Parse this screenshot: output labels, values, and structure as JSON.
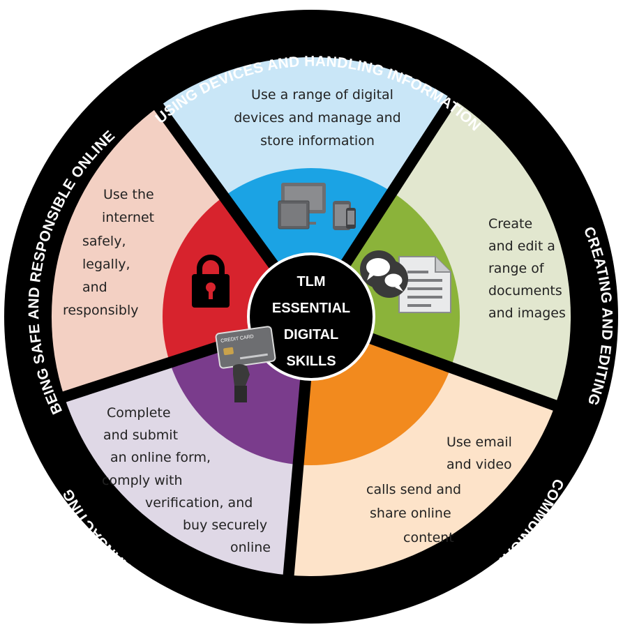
{
  "center": {
    "lines": [
      "TLM",
      "ESSENTIAL",
      "DIGITAL",
      "SKILLS"
    ]
  },
  "segments": [
    {
      "id": "devices",
      "ring_label": "USING DEVICES AND HANDLING INFORMATION",
      "text_lines": [
        "Use a range of digital",
        "devices and manage and",
        "store information"
      ],
      "outer_color": "#c9e6f7",
      "inner_color": "#1ba3e4",
      "icon": "devices-icon"
    },
    {
      "id": "creating",
      "ring_label": "CREATING AND EDITING",
      "text_lines": [
        "Create",
        "and edit a",
        "range of",
        "documents",
        "and images"
      ],
      "outer_color": "#e2e7cf",
      "inner_color": "#8bb33a",
      "icon": "document-icon"
    },
    {
      "id": "communicating",
      "ring_label": "COMMUNICATING",
      "text_lines": [
        "Use email",
        "and video",
        "calls send and",
        "share online",
        "content"
      ],
      "outer_color": "#fde3c9",
      "inner_color": "#f28a1e",
      "icon": "chat-bubbles-icon"
    },
    {
      "id": "transacting",
      "ring_label": "TRANSACTING",
      "text_lines": [
        "Complete",
        "and submit",
        "an online form,",
        "comply with",
        "verification, and",
        "buy securely",
        "online"
      ],
      "outer_color": "#dfd8e6",
      "inner_color": "#7a3c8c",
      "icon": "credit-card-icon",
      "icon_text": "CREDIT CARD"
    },
    {
      "id": "safe",
      "ring_label": "BEING SAFE AND RESPONSIBLE ONLINE",
      "text_lines": [
        "Use the",
        "internet",
        "safely,",
        "legally,",
        "and",
        "responsibly"
      ],
      "outer_color": "#f3d0c3",
      "inner_color": "#d7232d",
      "icon": "padlock-icon"
    }
  ],
  "colors": {
    "ring": "#000000",
    "hub": "#000000",
    "divider": "#000000"
  }
}
